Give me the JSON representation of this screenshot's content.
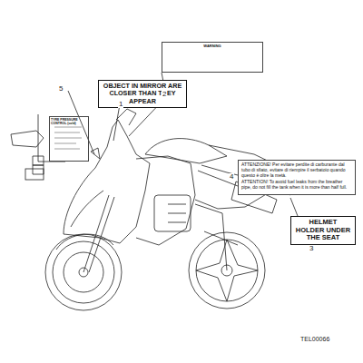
{
  "diagram": {
    "nodes": [
      {
        "text": [
          "OBJECT IN MIRROR ARE CLOSER THAN THEY APPEAR"
        ]
      },
      {
        "text": [
          "WARNING"
        ]
      },
      {
        "text": [
          "ATTENZIONE! Per evitare perdite di carburante dal tubo di sfiato, evitare di riempire il serbatoio quando questo è oltre la metà.",
          "ATTENTION! To avoid fuel leaks from the breather pipe, do not fill the tank when it is more than half full."
        ]
      },
      {
        "text": [
          "HELMET HOLDER UNDER THE SEAT"
        ]
      },
      {
        "text": [
          "TYRE PRESSURE CONTROL (cold)"
        ]
      }
    ],
    "labels": [
      "1",
      "2",
      "3",
      "4",
      "5",
      "TEL00066"
    ]
  }
}
